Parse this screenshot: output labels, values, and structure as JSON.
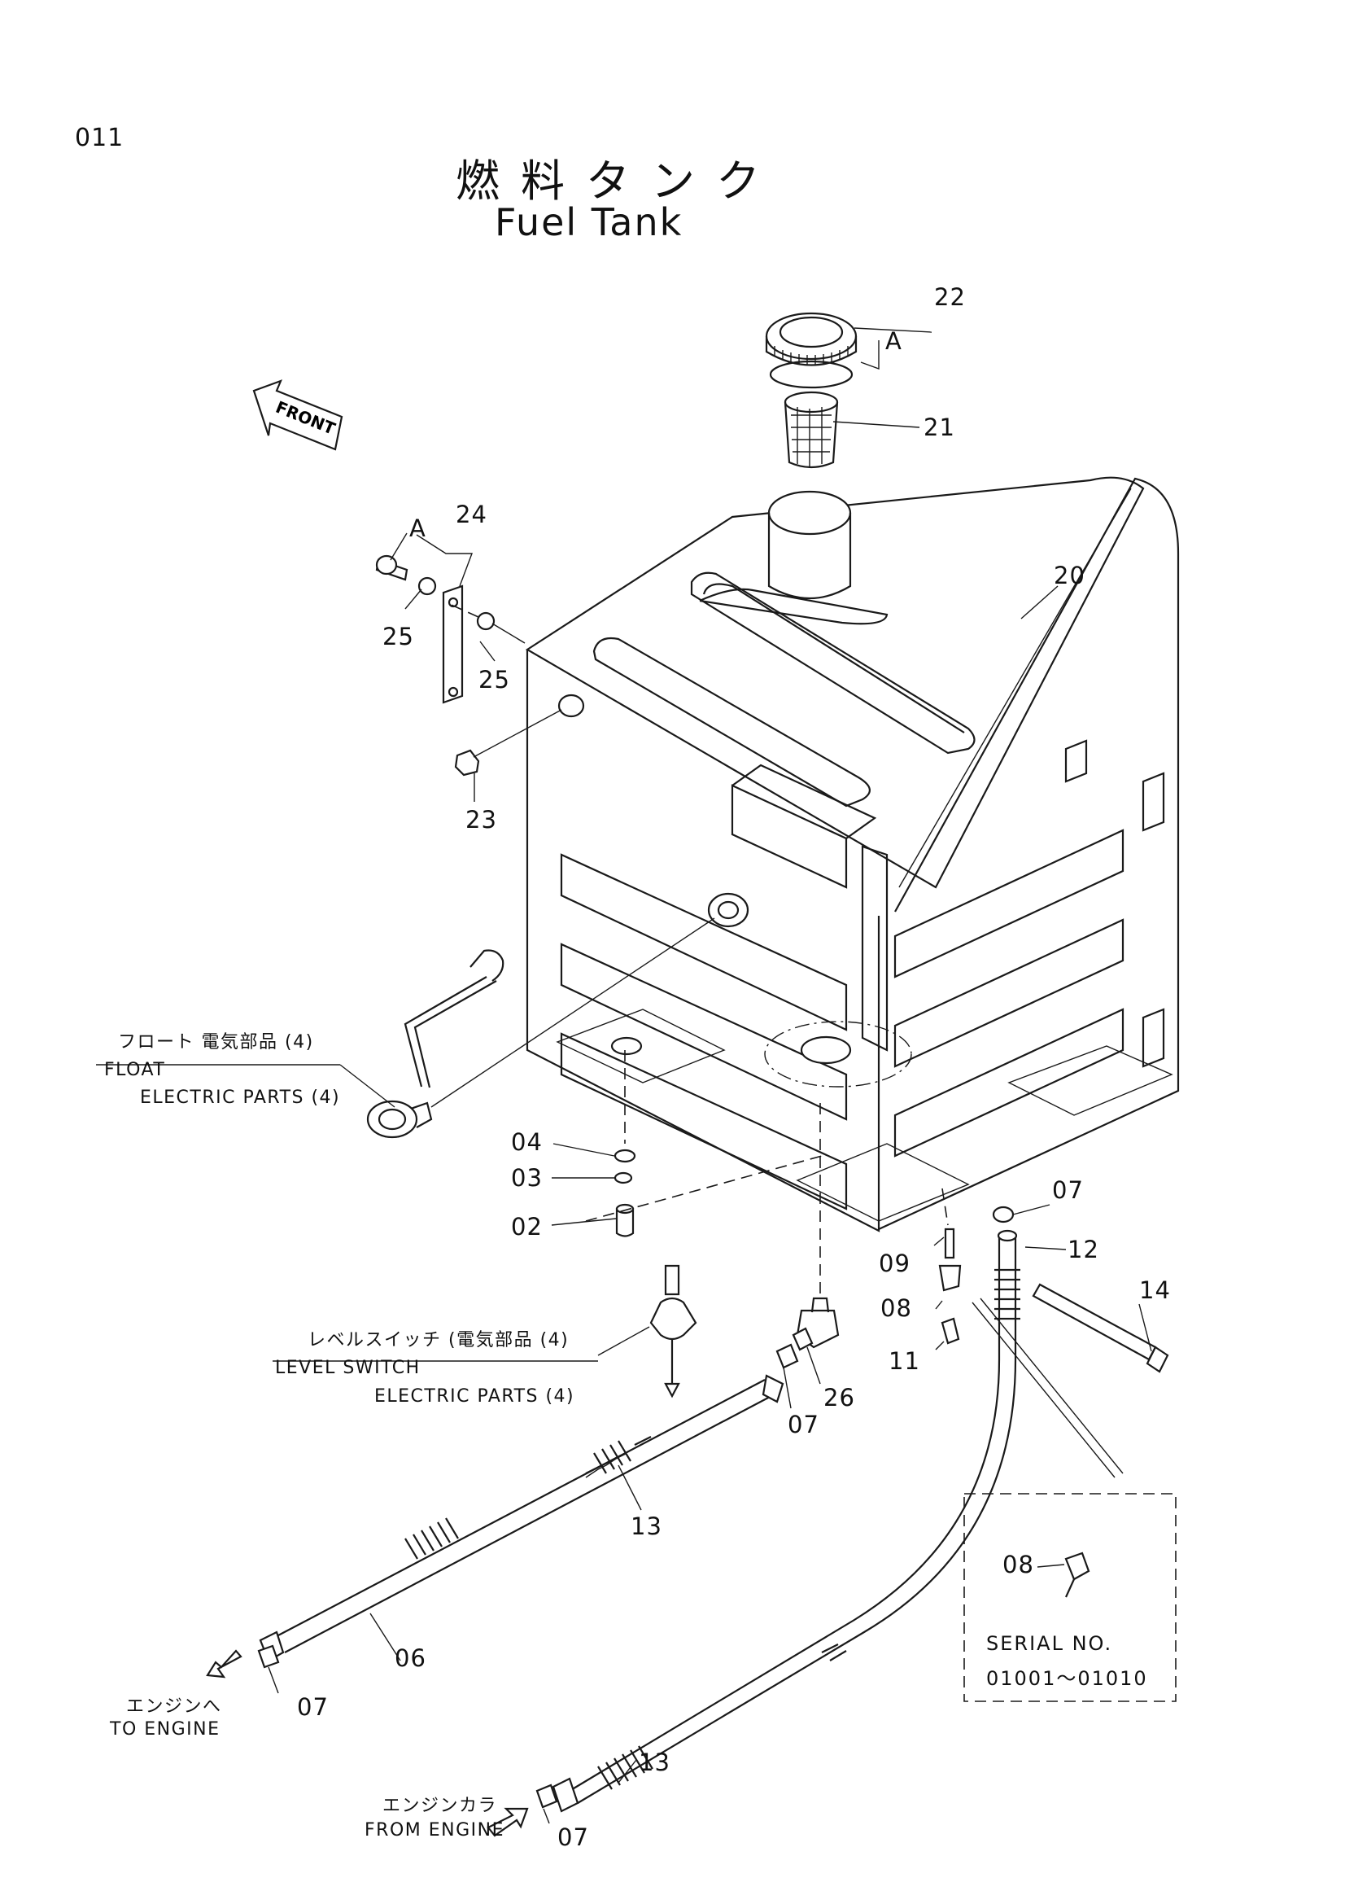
{
  "page_number": "011",
  "title_ja": "燃料タンク",
  "title_en": "Fuel Tank",
  "front_marker": "FRONT",
  "callouts": {
    "p22": "22",
    "pA1": "A",
    "p21": "21",
    "p20": "20",
    "p24": "24",
    "pA2": "A",
    "p25a": "25",
    "p25b": "25",
    "p23": "23",
    "p04": "04",
    "p03": "03",
    "p02": "02",
    "p07a": "07",
    "p12": "12",
    "p14": "14",
    "p09": "09",
    "p08a": "08",
    "p11": "11",
    "p26": "26",
    "p07b": "07",
    "p13a": "13",
    "p06": "06",
    "p07c": "07",
    "p13b": "13",
    "p07d": "07",
    "p08b": "08"
  },
  "notes": {
    "float_ja": "フロート  電気部品 (4)",
    "float_en": "FLOAT",
    "float_sub": "ELECTRIC  PARTS (4)",
    "level_ja": "レベルスイッチ (電気部品 (4)",
    "level_en": "LEVEL  SWITCH",
    "level_sub": "ELECTRIC  PARTS (4)",
    "to_engine_ja": "エンジンへ",
    "to_engine_en": "TO  ENGINE",
    "from_engine_ja": "エンジンカラ",
    "from_engine_en": "FROM  ENGINE"
  },
  "serial_box": {
    "label": "SERIAL  NO.",
    "range": "01001～01010"
  }
}
